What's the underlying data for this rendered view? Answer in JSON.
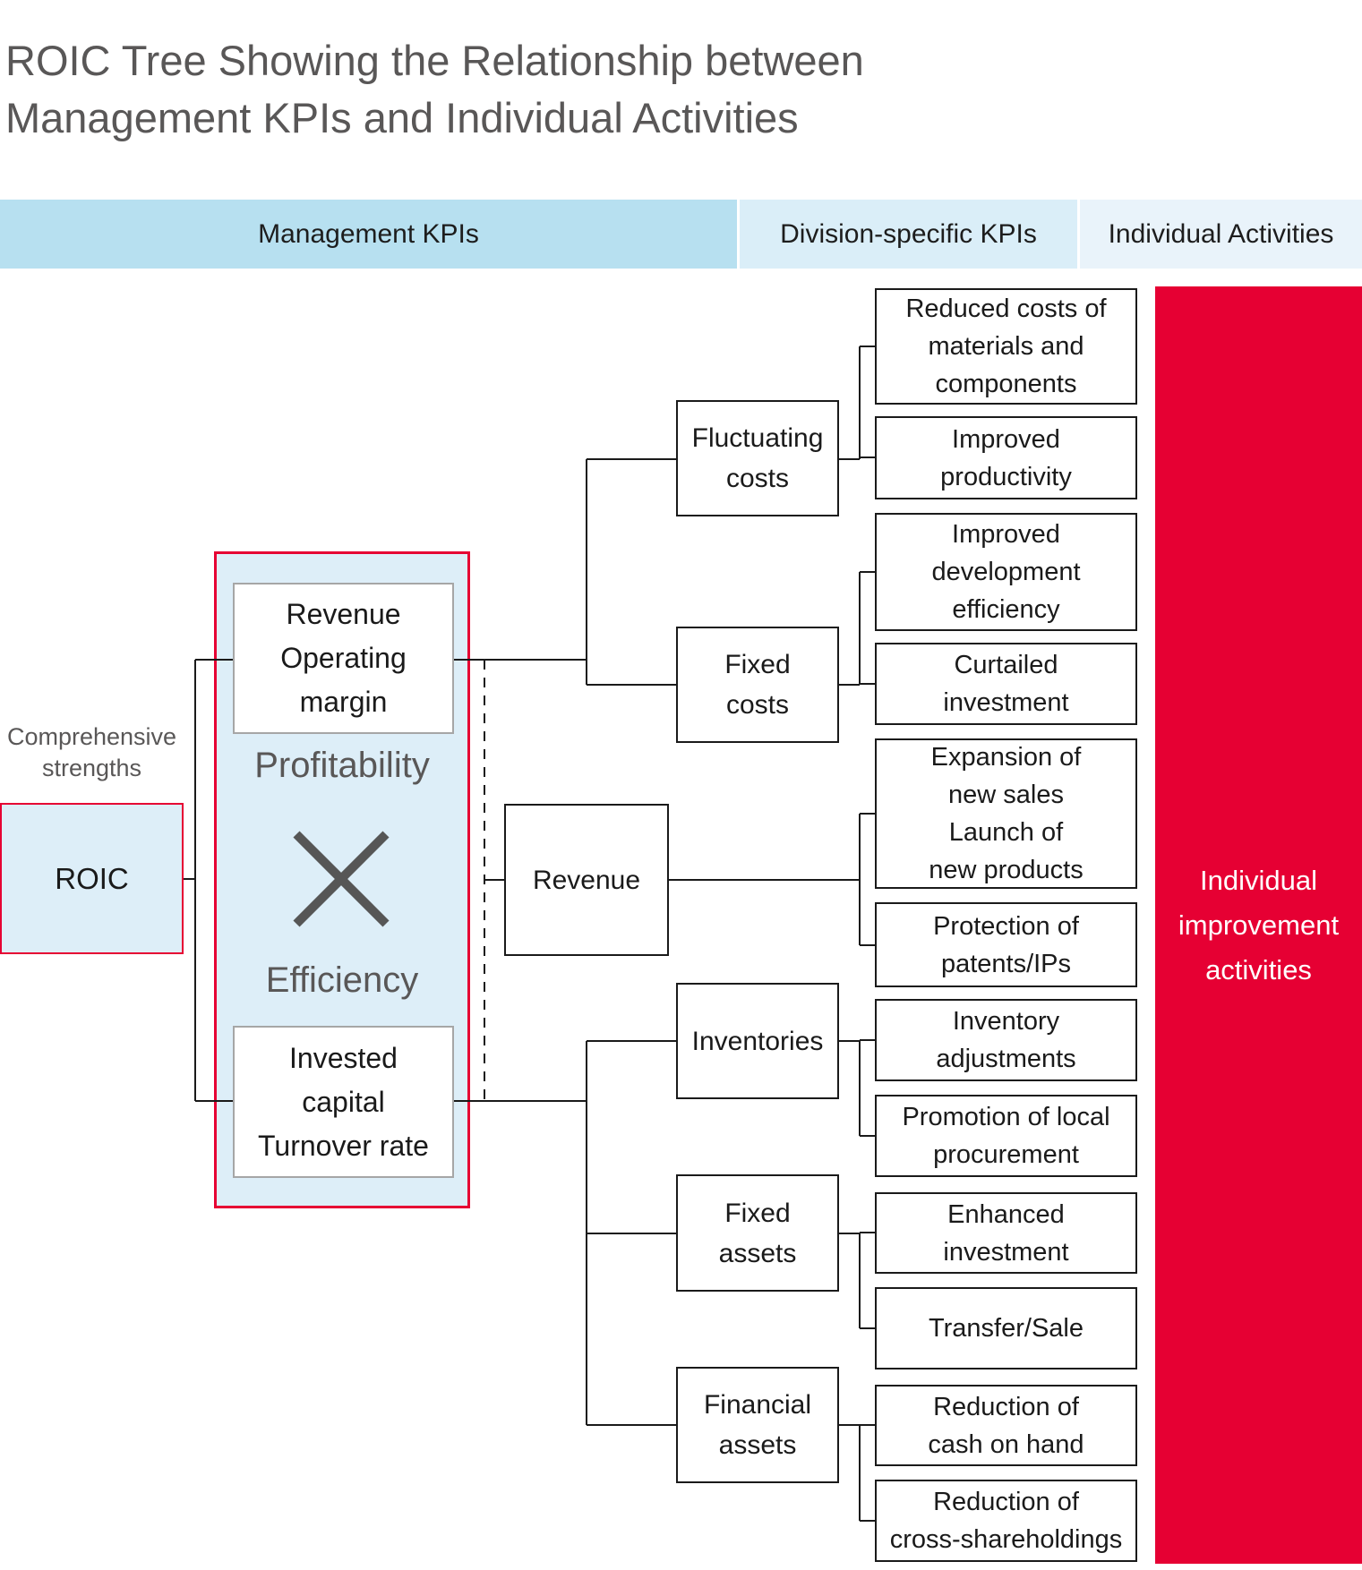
{
  "title": "ROIC Tree Showing the Relationship between\nManagement KPIs and Individual Activities",
  "column_headers": {
    "management_kpis": "Management KPIs",
    "division_kpis": "Division-specific KPIs",
    "individual_activities": "Individual Activities"
  },
  "roic": {
    "caption": "Comprehensive\nstrengths",
    "label": "ROIC"
  },
  "formula_panel": {
    "profitability_box": "Revenue\nOperating\nmargin",
    "profitability_label": "Profitability",
    "operator_icon": "multiply-icon",
    "efficiency_label": "Efficiency",
    "efficiency_box": "Invested\ncapital\nTurnover rate"
  },
  "division_kpis": [
    {
      "label": "Fluctuating\ncosts"
    },
    {
      "label": "Fixed\ncosts"
    },
    {
      "label": "Revenue"
    },
    {
      "label": "Inventories"
    },
    {
      "label": "Fixed\nassets"
    },
    {
      "label": "Financial\nassets"
    }
  ],
  "activities": [
    {
      "label": "Reduced costs of\nmaterials and\ncomponents"
    },
    {
      "label": "Improved\nproductivity"
    },
    {
      "label": "Improved\ndevelopment\nefficiency"
    },
    {
      "label": "Curtailed\ninvestment"
    },
    {
      "label": "Expansion of\nnew sales\nLaunch of\nnew products"
    },
    {
      "label": "Protection of\npatents/IPs"
    },
    {
      "label": "Inventory\nadjustments"
    },
    {
      "label": "Promotion of local\nprocurement"
    },
    {
      "label": "Enhanced\ninvestment"
    },
    {
      "label": "Transfer/Sale"
    },
    {
      "label": "Reduction of\ncash on hand"
    },
    {
      "label": "Reduction of\ncross-shareholdings"
    }
  ],
  "individual_activities_bar": "Individual\nimprovement\nactivities",
  "colors": {
    "accent_red": "#e60033",
    "band_management": "#b7e0f0",
    "band_division": "#daeef8",
    "band_individual": "#e9f3fa",
    "panel_fill": "#ddeef8",
    "text_gray": "#595757",
    "text_dark": "#1a1a1a",
    "box_border_black": "#1a1a1a",
    "inner_box_border_gray": "#a6a6a6"
  }
}
